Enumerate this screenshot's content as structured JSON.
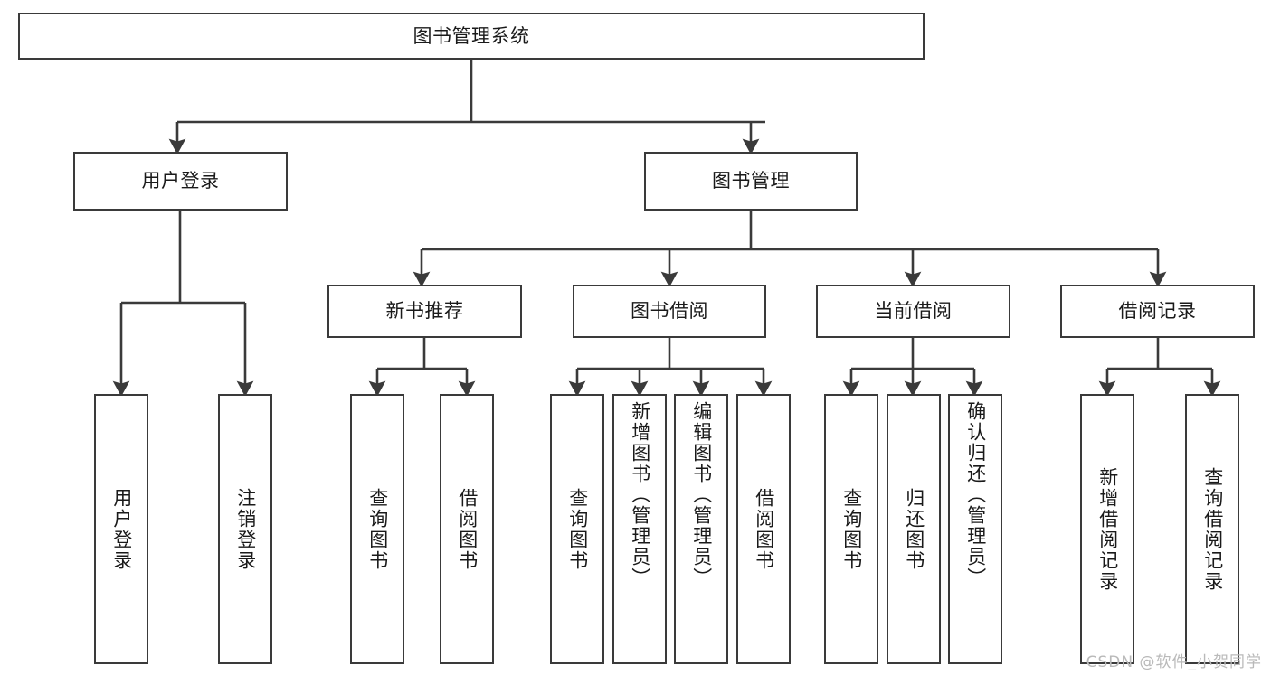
{
  "diagram": {
    "title": "图书管理系统",
    "type": "tree",
    "background_color": "#ffffff",
    "box_border_color": "#3a3a3a",
    "text_color": "#1a1a1a",
    "connector_color": "#3a3a3a"
  },
  "nodes": {
    "root": {
      "label": "图书管理系统",
      "level": 1
    },
    "level2": [
      {
        "id": "user-login",
        "label": "用户登录"
      },
      {
        "id": "book-management",
        "label": "图书管理"
      }
    ],
    "level3": [
      {
        "id": "new-book-recommend",
        "label": "新书推荐"
      },
      {
        "id": "book-borrow",
        "label": "图书借阅"
      },
      {
        "id": "current-borrow",
        "label": "当前借阅"
      },
      {
        "id": "borrow-record",
        "label": "借阅记录"
      }
    ],
    "leaves": {
      "user_login": [
        {
          "id": "leaf-user-login",
          "label": "用户登录"
        },
        {
          "id": "leaf-logout",
          "label": "注销登录"
        }
      ],
      "new_book_recommend": [
        {
          "id": "leaf-query-book-1",
          "label": "查询图书"
        },
        {
          "id": "leaf-borrow-book-1",
          "label": "借阅图书"
        }
      ],
      "book_borrow": [
        {
          "id": "leaf-query-book-2",
          "label": "查询图书"
        },
        {
          "id": "leaf-add-book",
          "label": "新增图书（管理员）"
        },
        {
          "id": "leaf-edit-book",
          "label": "编辑图书（管理员）"
        },
        {
          "id": "leaf-borrow-book-2",
          "label": "借阅图书"
        }
      ],
      "current_borrow": [
        {
          "id": "leaf-query-book-3",
          "label": "查询图书"
        },
        {
          "id": "leaf-return-book",
          "label": "归还图书"
        },
        {
          "id": "leaf-confirm-return",
          "label": "确认归还（管理员）"
        }
      ],
      "borrow_record": [
        {
          "id": "leaf-add-record",
          "label": "新增借阅记录"
        },
        {
          "id": "leaf-query-record",
          "label": "查询借阅记录"
        }
      ]
    }
  },
  "watermark": {
    "text": "CSDN @软件_小贺同学"
  }
}
